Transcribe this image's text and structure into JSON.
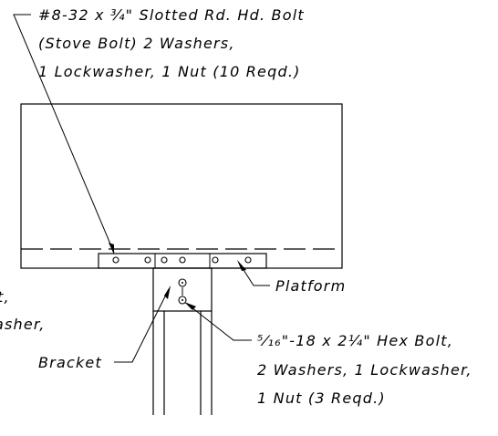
{
  "callouts": {
    "stove_bolt": {
      "line1": "#8-32 x ¾\" Slotted Rd. Hd. Bolt",
      "line2": "(Stove Bolt) 2 Washers,",
      "line3": "1 Lockwasher, 1 Nut (10 Reqd.)"
    },
    "platform": "Platform",
    "bracket": "Bracket",
    "hex_bolt": {
      "line1": "⁵⁄₁₆\"-18 x 2¼\" Hex Bolt,",
      "line2": "2 Washers, 1 Lockwasher,",
      "line3": "1 Nut (3 Reqd.)"
    },
    "left_cut": {
      "line1": "t,",
      "line2": "asher,"
    }
  }
}
